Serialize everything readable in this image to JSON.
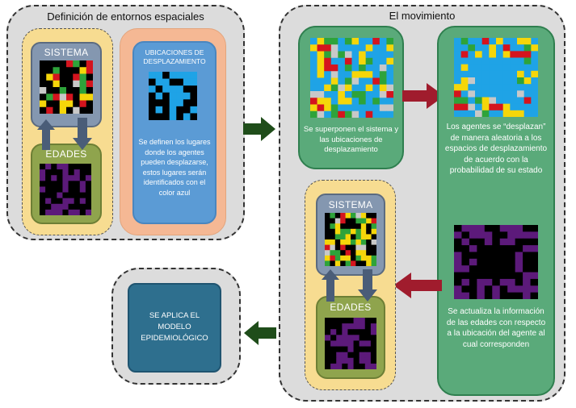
{
  "left_group": {
    "title": "Definición de entornos espaciales",
    "sistema_label": "SISTEMA",
    "edades_label": "EDADES",
    "ubicaciones_title": "UBICACIONES DE DESPLAZAMIENTO",
    "ubicaciones_text": "Se definen los lugares donde los agentes pueden desplazarse, estos lugares serán identificados con el color azul"
  },
  "right_group": {
    "title": "El movimiento",
    "superpone_text": "Se superponen el sistema y las ubicaciones de desplazamiento",
    "desplazan_text": "Los agentes se “desplazan” de manera aleatoria a los espacios de desplazamiento de acuerdo con la probabilidad de su estado",
    "actualiza_text": "Se actualiza la información de las edades con respecto a la ubicación del agente al cual corresponden",
    "sistema_label": "SISTEMA",
    "edades_label": "EDADES"
  },
  "bottom_left": {
    "modelo_text": "SE APLICA EL MODELO EPIDEMIOLÓGICO"
  },
  "colors": {
    "arrow_dark_green": "#1f4d1a",
    "arrow_dark_red": "#a01c2d",
    "arrow_slate": "#4a5d78",
    "cell_black": "#000000",
    "cell_purple": "#5c1a7a",
    "cell_blue": "#1fa3e6",
    "cell_yellow": "#f5d60a",
    "cell_red": "#d4141e",
    "cell_green": "#2ea33a",
    "cell_gray": "#c8c8c8"
  }
}
